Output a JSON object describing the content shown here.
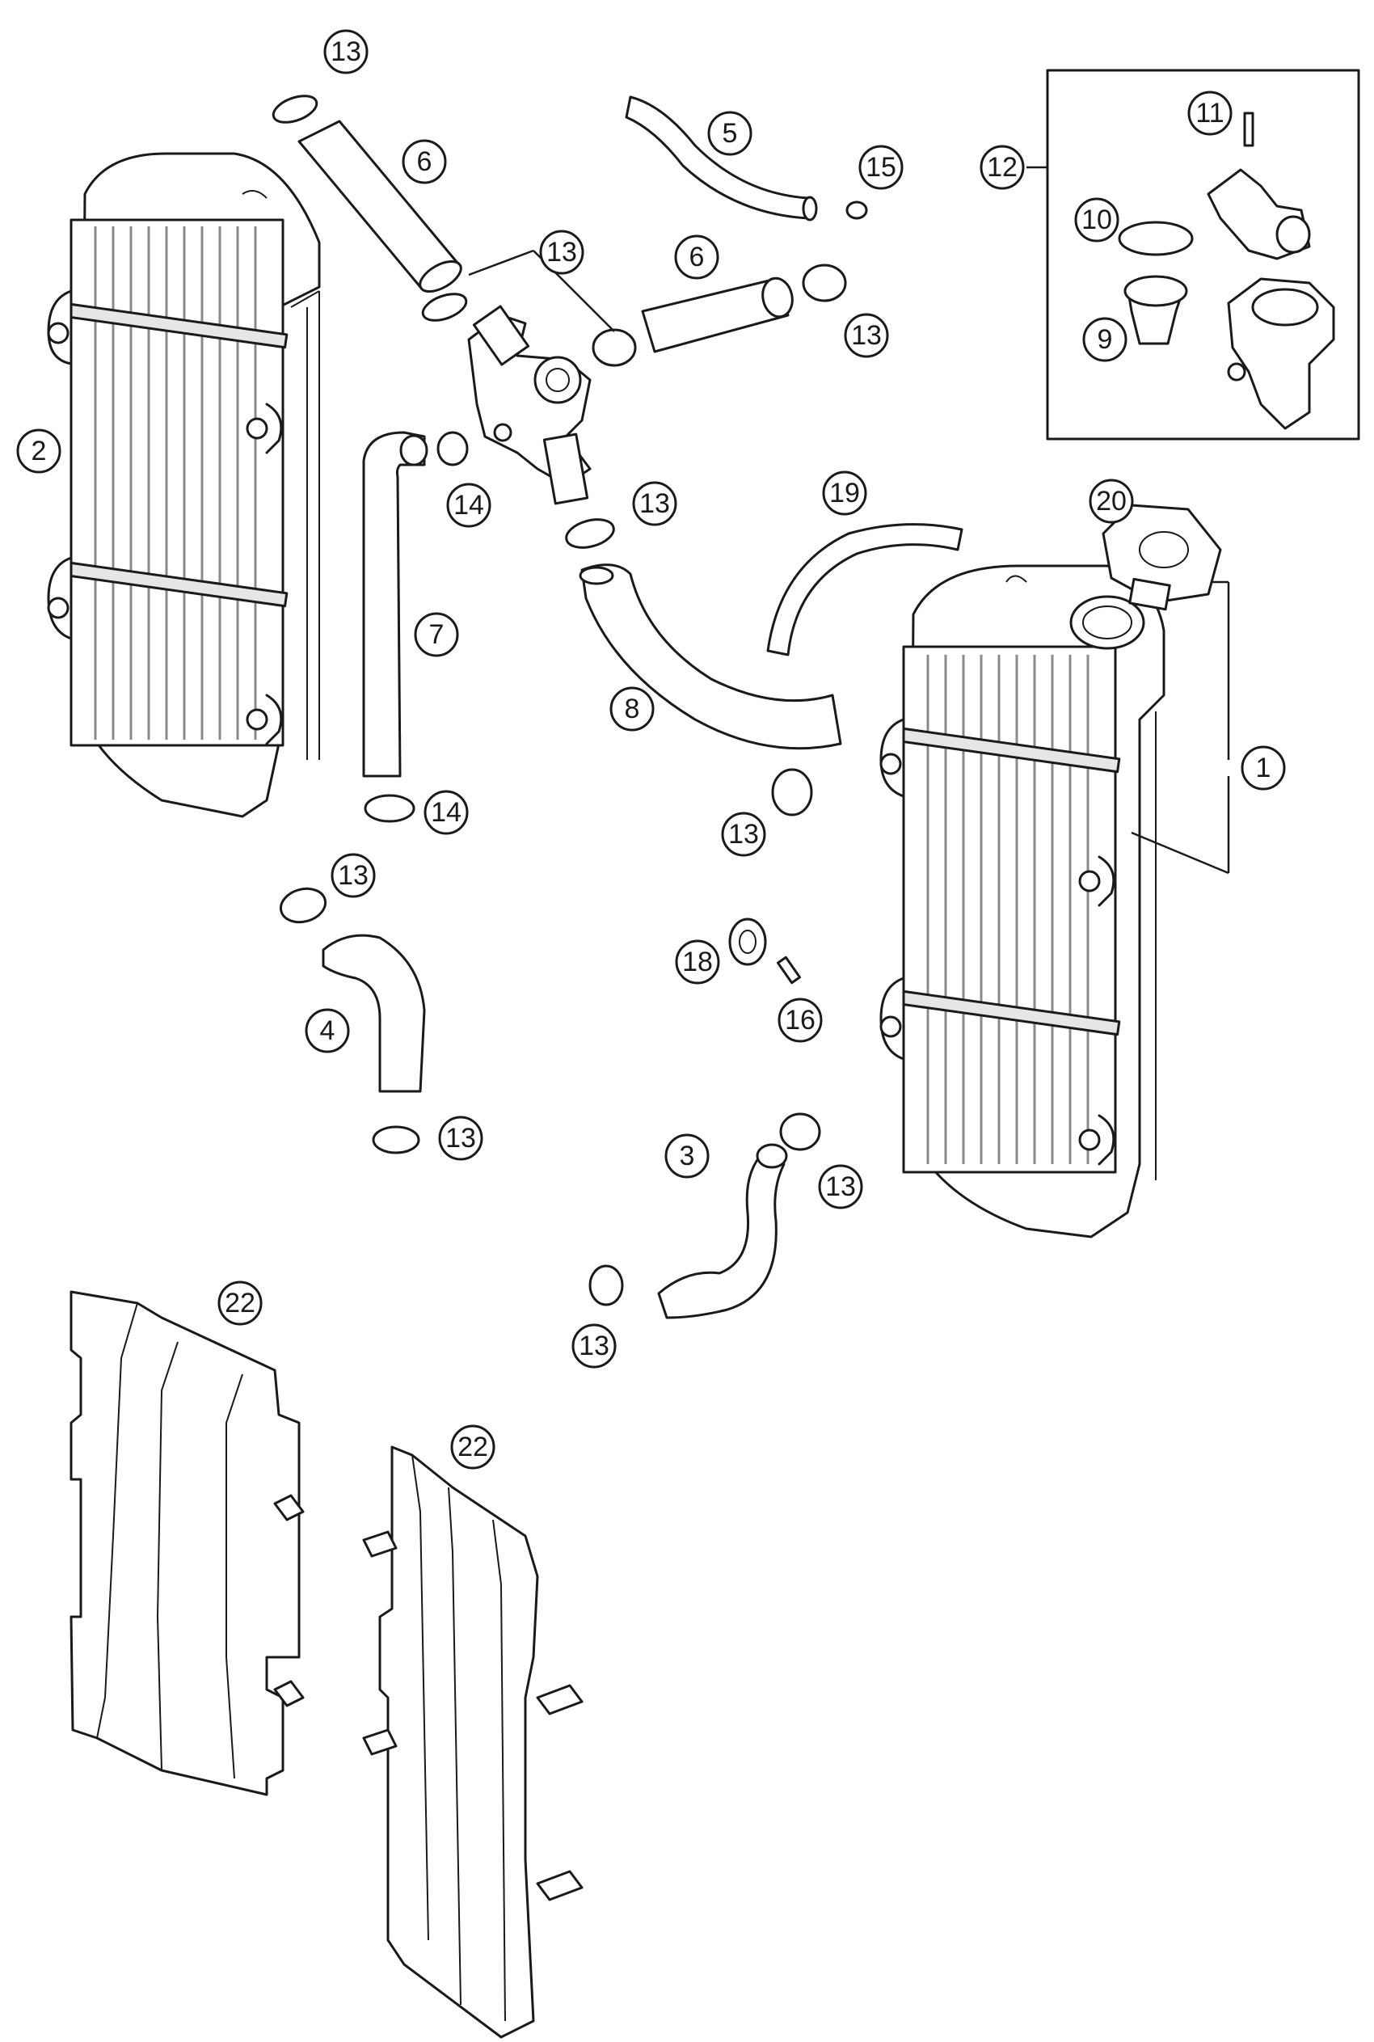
{
  "callouts": [
    {
      "id": "c-13-top",
      "label": "13"
    },
    {
      "id": "c-6-upper",
      "label": "6"
    },
    {
      "id": "c-5",
      "label": "5"
    },
    {
      "id": "c-15",
      "label": "15"
    },
    {
      "id": "c-6-mid",
      "label": "6"
    },
    {
      "id": "c-13-thermo",
      "label": "13"
    },
    {
      "id": "c-13-right-hose",
      "label": "13"
    },
    {
      "id": "c-12",
      "label": "12"
    },
    {
      "id": "c-11",
      "label": "11"
    },
    {
      "id": "c-10",
      "label": "10"
    },
    {
      "id": "c-9",
      "label": "9"
    },
    {
      "id": "c-2",
      "label": "2"
    },
    {
      "id": "c-14-upper",
      "label": "14"
    },
    {
      "id": "c-13-lower-thermo",
      "label": "13"
    },
    {
      "id": "c-19",
      "label": "19"
    },
    {
      "id": "c-20",
      "label": "20"
    },
    {
      "id": "c-7",
      "label": "7"
    },
    {
      "id": "c-8",
      "label": "8"
    },
    {
      "id": "c-1",
      "label": "1"
    },
    {
      "id": "c-14-lower",
      "label": "14"
    },
    {
      "id": "c-13-hose8",
      "label": "13"
    },
    {
      "id": "c-13-hose4-top",
      "label": "13"
    },
    {
      "id": "c-18",
      "label": "18"
    },
    {
      "id": "c-16",
      "label": "16"
    },
    {
      "id": "c-4",
      "label": "4"
    },
    {
      "id": "c-13-hose4-bottom",
      "label": "13"
    },
    {
      "id": "c-3",
      "label": "3"
    },
    {
      "id": "c-13-hose3-top",
      "label": "13"
    },
    {
      "id": "c-13-hose3-bottom",
      "label": "13"
    },
    {
      "id": "c-22-left",
      "label": "22"
    },
    {
      "id": "c-22-right",
      "label": "22"
    }
  ]
}
